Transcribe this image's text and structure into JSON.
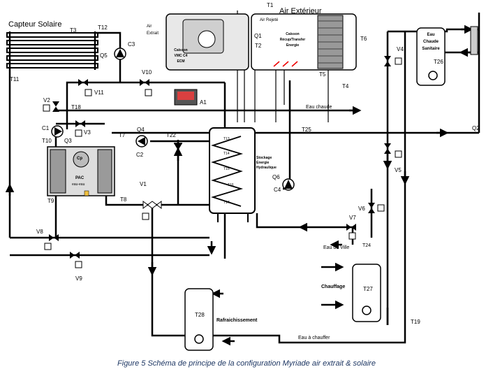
{
  "caption": "Figure 5 Schéma de principe de la configuration Myriade air extrait & solaire",
  "blocks": {
    "capteur_solaire": "Capteur Solaire",
    "air_exterieur": "Air Extérieur",
    "air_extrait": "Air\nExtrait",
    "caisson_vmc_line1": "Caisson",
    "caisson_vmc_line2": "VMC C4",
    "caisson_vmc_line3": "ECM",
    "air_rejete": "Air Rejeté",
    "caisson_recup_line1": "Caisson",
    "caisson_recup_line2": "Récup/Transfer",
    "caisson_recup_line3": "Energie",
    "ecs_line1": "Eau",
    "ecs_line2": "Chaude",
    "ecs_line3": "Sanitaire",
    "stockage_line1": "Stockage",
    "stockage_line2": "Energie",
    "stockage_line3": "Hydraulique",
    "pac": "PAC",
    "cp": "Cp",
    "pac_sub": "eau-eau",
    "rafraichissement": "Rafraichissement",
    "chauffage": "Chauffage"
  },
  "flows": {
    "eau_chaude": "Eau chaude",
    "eau_de_ville": "Eau de Ville",
    "eau_a_chauffer": "Eau à chauffer"
  },
  "labels": {
    "T1": "T1",
    "T2": "T2",
    "T3": "T3",
    "T4": "T4",
    "T5": "T5",
    "T6": "T6",
    "T7": "T7",
    "T8": "T8",
    "T9": "T9",
    "T10": "T10",
    "T11": "T11",
    "T12": "T12",
    "T13": "T13",
    "T14": "T14",
    "T15": "T15",
    "T16": "T16",
    "T17": "T17",
    "T18": "T18",
    "T19": "T19",
    "T22": "T22",
    "T24": "T24",
    "T25": "T25",
    "T26": "T26",
    "T27": "T27",
    "T28": "T28",
    "Q1": "Q1",
    "Q2": "Q2",
    "Q3": "Q3",
    "Q4": "Q4",
    "Q5": "Q5",
    "Q6": "Q6",
    "C1": "C1",
    "C2": "C2",
    "C3": "C3",
    "C4": "C4",
    "V1": "V1",
    "V2": "V2",
    "V3": "V3",
    "V4": "V4",
    "V5": "V5",
    "V6": "V6",
    "V7": "V7",
    "V8": "V8",
    "V9": "V9",
    "V10": "V10",
    "V11": "V11",
    "A1": "A1"
  }
}
